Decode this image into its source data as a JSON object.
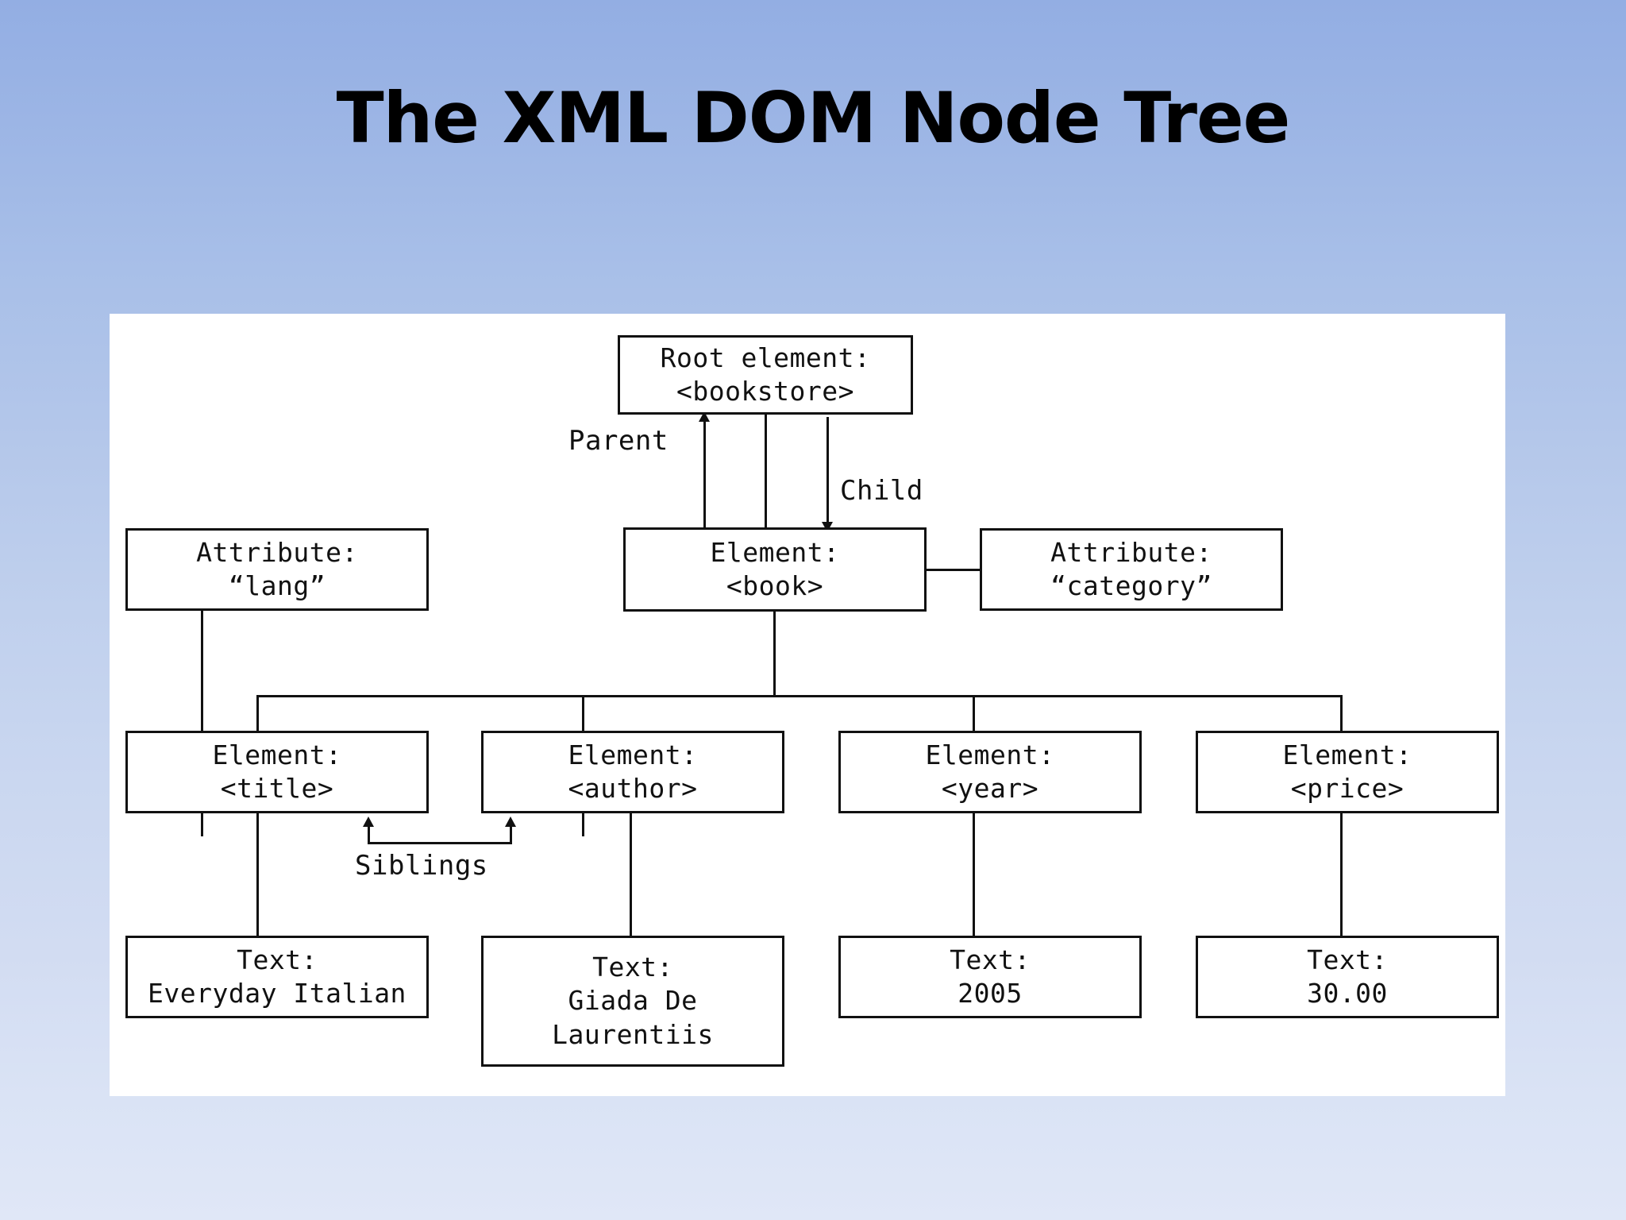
{
  "slide": {
    "title": "The XML DOM Node Tree"
  },
  "diagram": {
    "nodes": {
      "root": {
        "line1": "Root element:",
        "line2": "<bookstore>"
      },
      "attr_lang": {
        "line1": "Attribute:",
        "line2": "“lang”"
      },
      "book": {
        "line1": "Element:",
        "line2": "<book>"
      },
      "attr_category": {
        "line1": "Attribute:",
        "line2": "“category”"
      },
      "el_title": {
        "line1": "Element:",
        "line2": "<title>"
      },
      "el_author": {
        "line1": "Element:",
        "line2": "<author>"
      },
      "el_year": {
        "line1": "Element:",
        "line2": "<year>"
      },
      "el_price": {
        "line1": "Element:",
        "line2": "<price>"
      },
      "text_title": {
        "line1": "Text:",
        "line2": "Everyday Italian"
      },
      "text_author": {
        "line1": "Text:",
        "line2": "Giada De",
        "line3": "Laurentiis"
      },
      "text_year": {
        "line1": "Text:",
        "line2": "2005"
      },
      "text_price": {
        "line1": "Text:",
        "line2": "30.00"
      }
    },
    "labels": {
      "parent": "Parent",
      "child": "Child",
      "siblings": "Siblings"
    }
  },
  "colors": {
    "background_top": "#93aee3",
    "background_bottom": "#e0e7f7",
    "canvas": "#ffffff",
    "stroke": "#111111",
    "text": "#000000"
  }
}
